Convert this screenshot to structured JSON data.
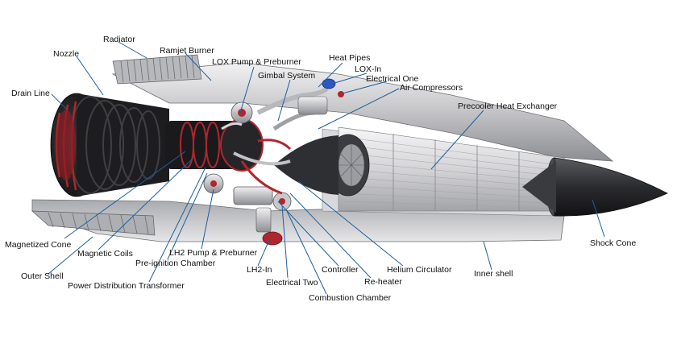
{
  "colors": {
    "leader": "#1d5fa0",
    "housing": "#cfcfd2",
    "housing_dark": "#8f9095",
    "nozzle_black": "#1b1b1d",
    "nozzle_red": "#b0262e",
    "shock_cone": "#2b2b2e",
    "precooler": "#e2e2e4"
  },
  "labels": {
    "radiator": "Radiator",
    "nozzle": "Nozzle",
    "ramjet_burner": "Ramjet Burner",
    "lox_pump_preburner": "LOX Pump & Preburner",
    "heat_pipes": "Heat Pipes",
    "lox_in": "LOX-In",
    "gimbal_system": "Gimbal System",
    "electrical_one": "Electrical One",
    "drain_line": "Drain Line",
    "air_compressors": "Air Compressors",
    "precooler_heat_exchanger": "Precooler Heat Exchanger",
    "magnetized_cone": "Magnetized Cone",
    "magnetic_coils": "Magnetic Coils",
    "outer_shell": "Outer Shell",
    "pre_ignition_chamber": "Pre-ignition Chamber",
    "lh2_pump_preburner": "LH2 Pump & Preburner",
    "power_distribution_transformer": "Power Distribution Transformer",
    "lh2_in": "LH2-In",
    "electrical_two": "Electrical Two",
    "controller": "Controller",
    "re_heater": "Re-heater",
    "helium_circulator": "Helium Circulator",
    "combustion_chamber": "Combustion Chamber",
    "inner_shell": "Inner shell",
    "shock_cone": "Shock Cone"
  }
}
